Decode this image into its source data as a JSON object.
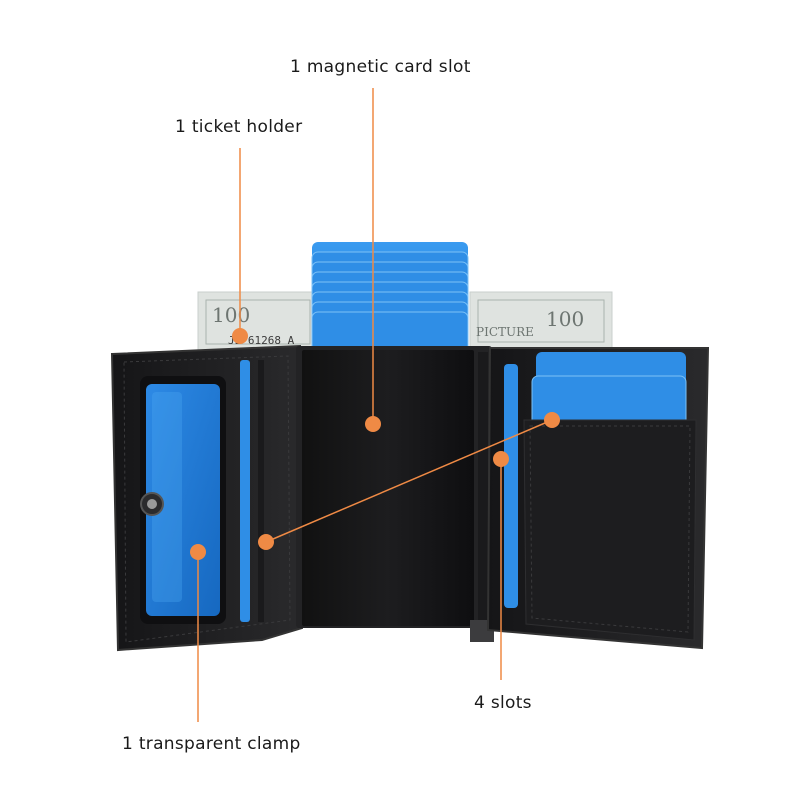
{
  "labels": {
    "magnetic_slot": "1 magnetic card slot",
    "ticket_holder": "1 ticket holder",
    "slots": "4 slots",
    "clamp": "1 transparent clamp"
  },
  "banknote": {
    "value": "100",
    "serial": "JE 61268 A",
    "caption": "PICTURE"
  },
  "colors": {
    "accent": "#ef8a45",
    "card_blue": "#2f8ee6",
    "leather": "#1b1b1d"
  }
}
